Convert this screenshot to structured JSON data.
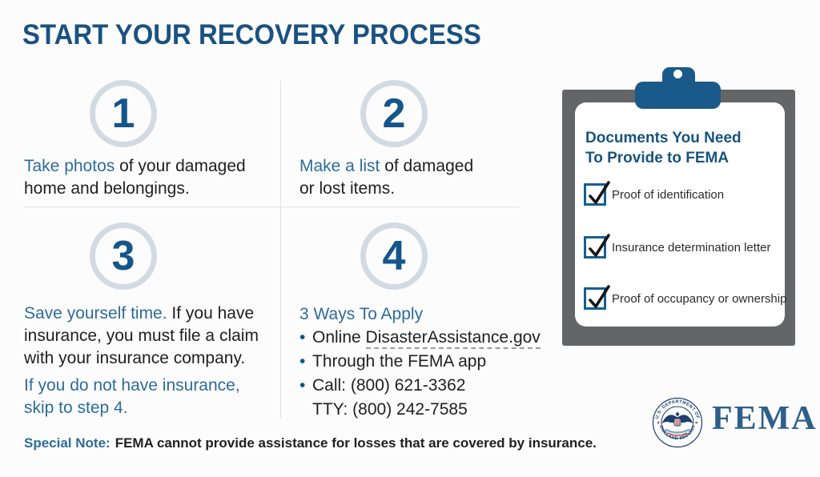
{
  "title": "START YOUR RECOVERY PROCESS",
  "steps": {
    "one": {
      "number": "1",
      "lead": "Take photos",
      "rest_line1": " of your damaged",
      "line2": "home and belongings."
    },
    "two": {
      "number": "2",
      "lead": "Make a list",
      "rest_line1": " of damaged",
      "line2": "or lost items."
    },
    "three": {
      "number": "3",
      "lead": "Save yourself time.",
      "rest_line1": " If you have",
      "line2": "insurance, you must file a claim",
      "line3": "with your insurance company.",
      "note_line1": "If you do not have insurance,",
      "note_line2": "skip to step 4."
    },
    "four": {
      "number": "4",
      "heading": "3 Ways To Apply",
      "bullet1_prefix": "Online ",
      "bullet1_link": "DisasterAssistance.gov",
      "bullet2": "Through the FEMA app",
      "bullet3": "Call: (800) 621-3362",
      "tty": "TTY: (800) 242-7585"
    }
  },
  "clipboard": {
    "title_line1": "Documents You Need",
    "title_line2": "To Provide to FEMA",
    "items": [
      "Proof of identification",
      "Insurance determination letter",
      "Proof of occupancy or ownership"
    ]
  },
  "special_note": {
    "label": "Special Note:",
    "text": "FEMA cannot provide assistance for losses that are covered by insurance."
  },
  "logo": {
    "wordmark": "FEMA",
    "seal_top": "U.S. DEPARTMENT OF",
    "seal_bottom": "HOMELAND SECURITY"
  },
  "colors": {
    "dark_blue": "#1a5280",
    "steel_blue": "#2d6c99",
    "circle_ring": "#d2dbe3",
    "board_gray": "#646567",
    "clip_blue": "#1a5a8a",
    "text_black": "#1f1f1f"
  }
}
